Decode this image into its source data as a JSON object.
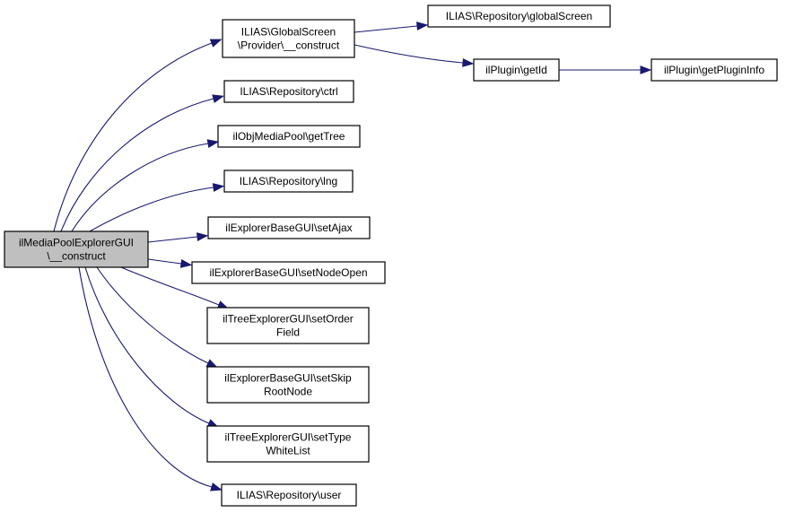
{
  "diagram": {
    "type": "call-graph",
    "edge_color": "#191970",
    "root_fill": "#bfbfbf",
    "node_fill": "#ffffff",
    "nodes": [
      {
        "id": "root",
        "lines": [
          "ilMediaPoolExplorerGUI",
          "\\__construct"
        ],
        "highlighted": true
      },
      {
        "id": "gs_construct",
        "lines": [
          "ILIAS\\GlobalScreen",
          "\\Provider\\__construct"
        ]
      },
      {
        "id": "repo_globalscreen",
        "lines": [
          "ILIAS\\Repository\\globalScreen"
        ]
      },
      {
        "id": "plugin_getid",
        "lines": [
          "ilPlugin\\getId"
        ]
      },
      {
        "id": "plugin_getplugininfo",
        "lines": [
          "ilPlugin\\getPluginInfo"
        ]
      },
      {
        "id": "repo_ctrl",
        "lines": [
          "ILIAS\\Repository\\ctrl"
        ]
      },
      {
        "id": "mediapool_gettree",
        "lines": [
          "ilObjMediaPool\\getTree"
        ]
      },
      {
        "id": "repo_lng",
        "lines": [
          "ILIAS\\Repository\\lng"
        ]
      },
      {
        "id": "explorer_setajax",
        "lines": [
          "ilExplorerBaseGUI\\setAjax"
        ]
      },
      {
        "id": "explorer_setnodeopen",
        "lines": [
          "ilExplorerBaseGUI\\setNodeOpen"
        ]
      },
      {
        "id": "tree_setorderfield",
        "lines": [
          "ilTreeExplorerGUI\\setOrder",
          "Field"
        ]
      },
      {
        "id": "explorer_setskiprootnode",
        "lines": [
          "ilExplorerBaseGUI\\setSkip",
          "RootNode"
        ]
      },
      {
        "id": "tree_settypewhitelist",
        "lines": [
          "ilTreeExplorerGUI\\setType",
          "WhiteList"
        ]
      },
      {
        "id": "repo_user",
        "lines": [
          "ILIAS\\Repository\\user"
        ]
      }
    ],
    "edges": [
      {
        "from": "root",
        "to": "gs_construct"
      },
      {
        "from": "root",
        "to": "repo_ctrl"
      },
      {
        "from": "root",
        "to": "mediapool_gettree"
      },
      {
        "from": "root",
        "to": "repo_lng"
      },
      {
        "from": "root",
        "to": "explorer_setajax"
      },
      {
        "from": "root",
        "to": "explorer_setnodeopen"
      },
      {
        "from": "root",
        "to": "tree_setorderfield"
      },
      {
        "from": "root",
        "to": "explorer_setskiprootnode"
      },
      {
        "from": "root",
        "to": "tree_settypewhitelist"
      },
      {
        "from": "root",
        "to": "repo_user"
      },
      {
        "from": "gs_construct",
        "to": "repo_globalscreen"
      },
      {
        "from": "gs_construct",
        "to": "plugin_getid"
      },
      {
        "from": "plugin_getid",
        "to": "plugin_getplugininfo"
      }
    ]
  }
}
